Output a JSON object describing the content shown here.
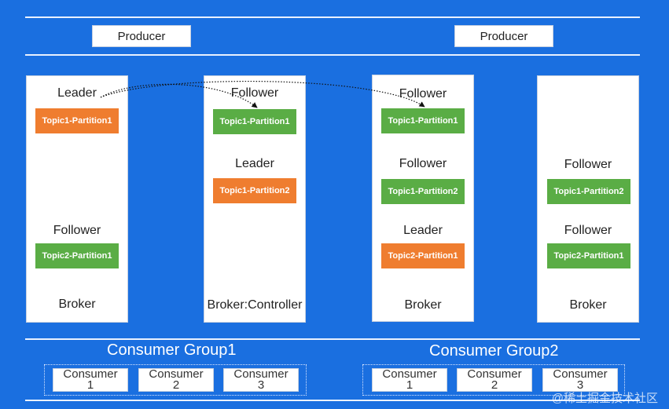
{
  "producers": [
    "Producer",
    "Producer"
  ],
  "brokers": [
    {
      "name": "Broker",
      "slots": [
        {
          "role": "Leader",
          "partition": "Topic1-Partition1",
          "kind": "leader"
        },
        {
          "role": "Follower",
          "partition": "Topic2-Partition1",
          "kind": "follower"
        }
      ]
    },
    {
      "name": "Broker:Controller",
      "slots": [
        {
          "role": "Follower",
          "partition": "Topic1-Partition1",
          "kind": "follower"
        },
        {
          "role": "Leader",
          "partition": "Topic1-Partition2",
          "kind": "leader"
        }
      ]
    },
    {
      "name": "Broker",
      "slots": [
        {
          "role": "Follower",
          "partition": "Topic1-Partition1",
          "kind": "follower"
        },
        {
          "role": "Follower",
          "partition": "Topic1-Partition2",
          "kind": "follower"
        },
        {
          "role": "Leader",
          "partition": "Topic2-Partition1",
          "kind": "leader"
        }
      ]
    },
    {
      "name": "Broker",
      "slots": [
        {
          "role": "Follower",
          "partition": "Topic1-Partition2",
          "kind": "follower"
        },
        {
          "role": "Follower",
          "partition": "Topic2-Partition1",
          "kind": "follower"
        }
      ]
    }
  ],
  "consumer_groups": [
    {
      "title": "Consumer Group1",
      "consumers": [
        {
          "label": "Consumer",
          "num": "1"
        },
        {
          "label": "Consumer",
          "num": "2"
        },
        {
          "label": "Consumer",
          "num": "3"
        }
      ]
    },
    {
      "title": "Consumer Group2",
      "consumers": [
        {
          "label": "Consumer",
          "num": "1"
        },
        {
          "label": "Consumer",
          "num": "2"
        },
        {
          "label": "Consumer",
          "num": "3"
        }
      ]
    }
  ],
  "watermark": "@稀土掘金技术社区",
  "colors": {
    "background": "#1a6fe0",
    "leader": "#ef7d2f",
    "follower": "#5aad45"
  }
}
